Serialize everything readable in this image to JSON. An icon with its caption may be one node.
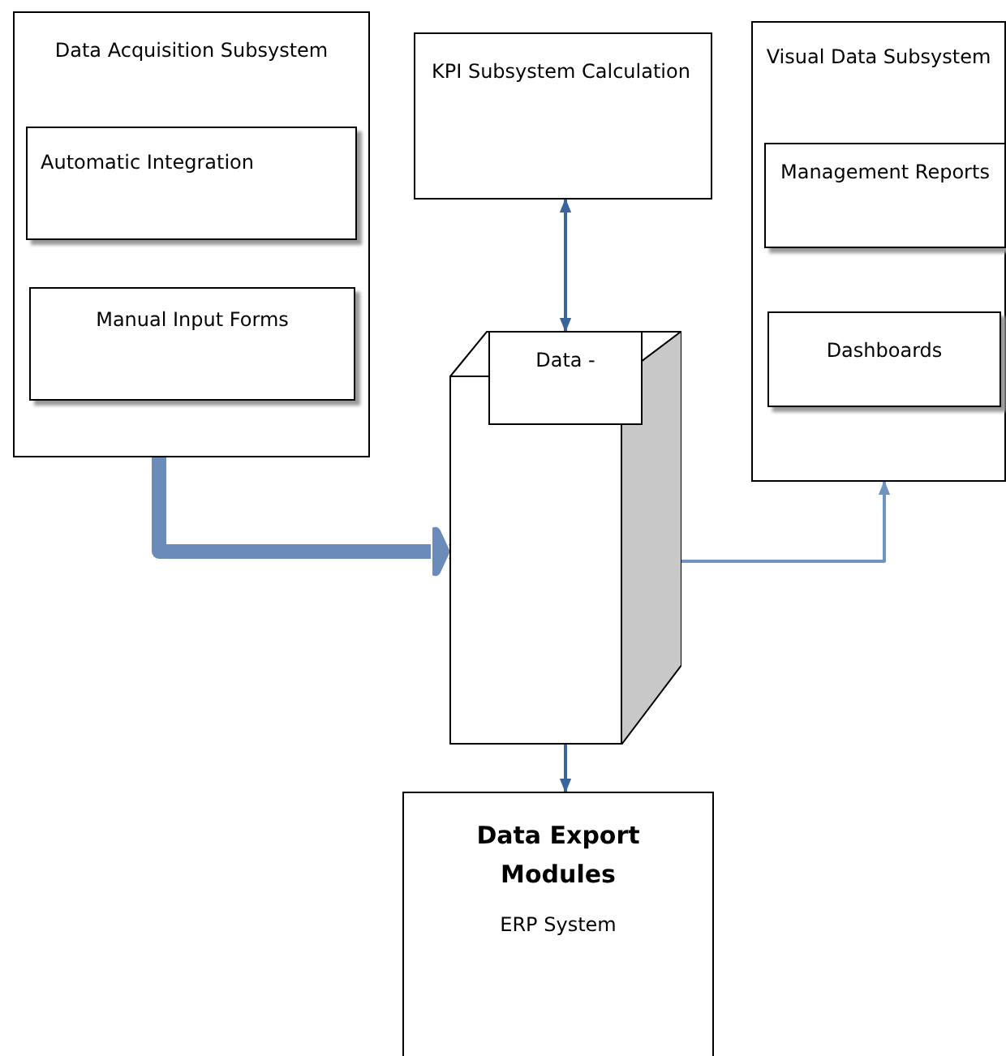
{
  "diagram": {
    "nodes": [
      {
        "text": [
          "Data Acquisition Subsystem"
        ]
      },
      {
        "text": [
          "Automatic Integration"
        ],
        "in": 0
      },
      {
        "text": [
          "Manual Input Forms"
        ],
        "in": 0
      },
      {
        "text": [
          "KPI Subsystem Calculation"
        ]
      },
      {
        "text": [],
        "shape": "box"
      },
      {
        "text": [
          "Data -"
        ]
      },
      {
        "text": [
          "Visual Data Subsystem"
        ]
      },
      {
        "text": [
          "Management Reports"
        ],
        "in": 6
      },
      {
        "text": [
          "Dashboards"
        ],
        "in": 6
      },
      {
        "text": [
          "Data Export Modules",
          "ERP System"
        ]
      }
    ],
    "edges": [
      {
        "from": 0,
        "to": 4,
        "arrow": "to",
        "style": "thick",
        "color": "#6b8cba"
      },
      {
        "from": 3,
        "to": 5,
        "arrow": "both"
      },
      {
        "from": 4,
        "to": 6,
        "arrow": "to",
        "color": "#7094c0"
      },
      {
        "from": 4,
        "to": 9,
        "arrow": "to"
      }
    ]
  }
}
